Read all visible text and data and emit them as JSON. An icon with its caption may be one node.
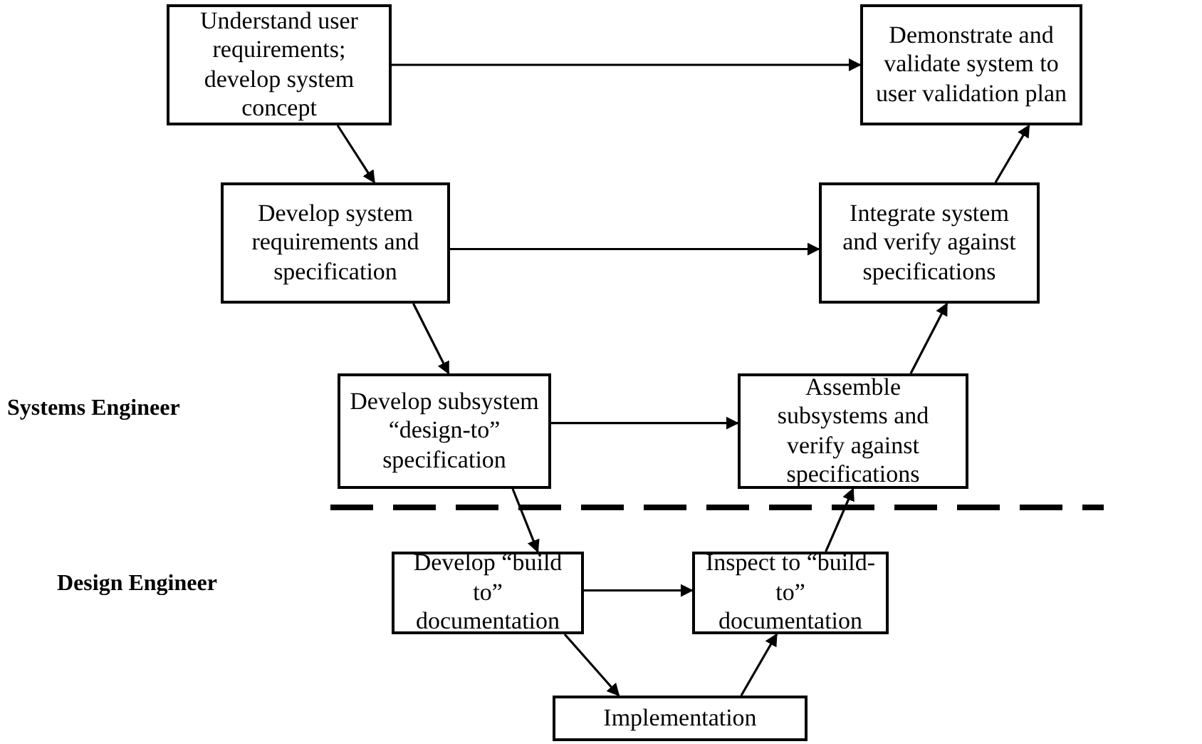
{
  "diagram": {
    "nodes": [
      {
        "text": [
          "Understand user requirements; develop system concept"
        ]
      },
      {
        "text": [
          "Demonstrate and validate system to user validation plan"
        ]
      },
      {
        "text": [
          "Develop system requirements and specification"
        ]
      },
      {
        "text": [
          "Integrate system and verify against specifications"
        ]
      },
      {
        "text": [
          "Develop subsystem “design-to” specification"
        ]
      },
      {
        "text": [
          "Assemble subsystems and verify against specifications"
        ]
      },
      {
        "text": [
          "Develop “build to” documentation"
        ]
      },
      {
        "text": [
          "Inspect to “build-to” documentation"
        ]
      },
      {
        "text": [
          "Implementation"
        ]
      }
    ],
    "edges": [
      {
        "from": 0,
        "to": 1,
        "arrow": "to"
      },
      {
        "from": 0,
        "to": 2,
        "arrow": "to"
      },
      {
        "from": 2,
        "to": 3,
        "arrow": "to"
      },
      {
        "from": 2,
        "to": 4,
        "arrow": "to"
      },
      {
        "from": 4,
        "to": 5,
        "arrow": "to"
      },
      {
        "from": 4,
        "to": 6,
        "arrow": "to"
      },
      {
        "from": 6,
        "to": 7,
        "arrow": "to"
      },
      {
        "from": 6,
        "to": 8,
        "arrow": "to"
      },
      {
        "from": 8,
        "to": 7,
        "arrow": "to"
      },
      {
        "from": 7,
        "to": 5,
        "arrow": "to"
      },
      {
        "from": 5,
        "to": 3,
        "arrow": "to"
      },
      {
        "from": 3,
        "to": 1,
        "arrow": "to"
      }
    ],
    "labels": [
      "Systems Engineer",
      "Design Engineer"
    ]
  }
}
